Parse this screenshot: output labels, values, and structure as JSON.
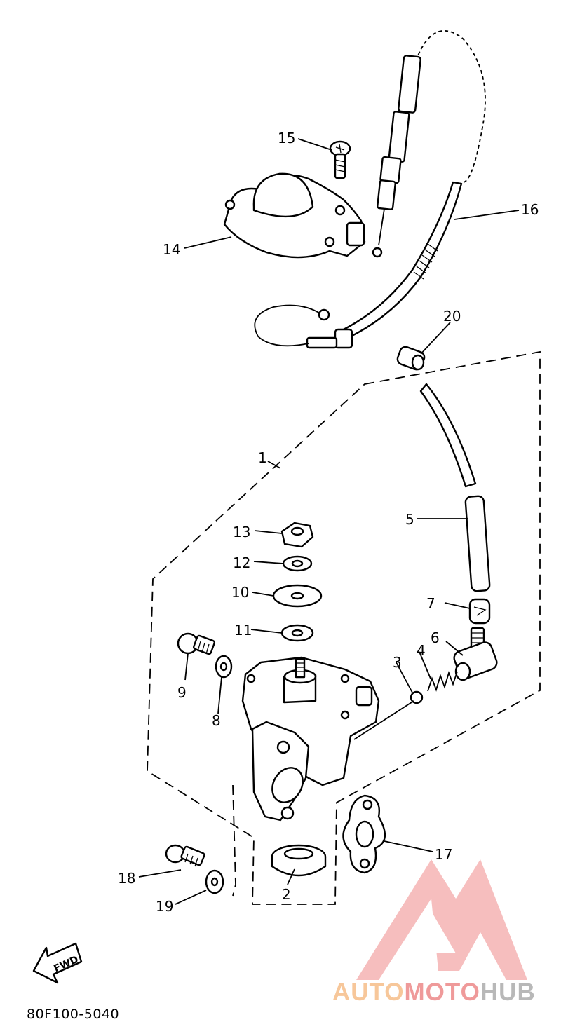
{
  "diagram_code": "80F100-5040",
  "fwd_label": "FWD",
  "brand": {
    "part1": "AUTO",
    "part2": "MOTO",
    "part3": "HUB",
    "color1": "#f7c79a",
    "color2": "#ef9a9a",
    "color3": "#b8b8b8"
  },
  "callouts": {
    "c1": "1",
    "c2": "2",
    "c3": "3",
    "c4": "4",
    "c5": "5",
    "c6": "6",
    "c7": "7",
    "c8": "8",
    "c9": "9",
    "c10": "10",
    "c11": "11",
    "c12": "12",
    "c13": "13",
    "c14": "14",
    "c15": "15",
    "c16": "16",
    "c17": "17",
    "c18": "18",
    "c19": "19",
    "c20": "20"
  }
}
